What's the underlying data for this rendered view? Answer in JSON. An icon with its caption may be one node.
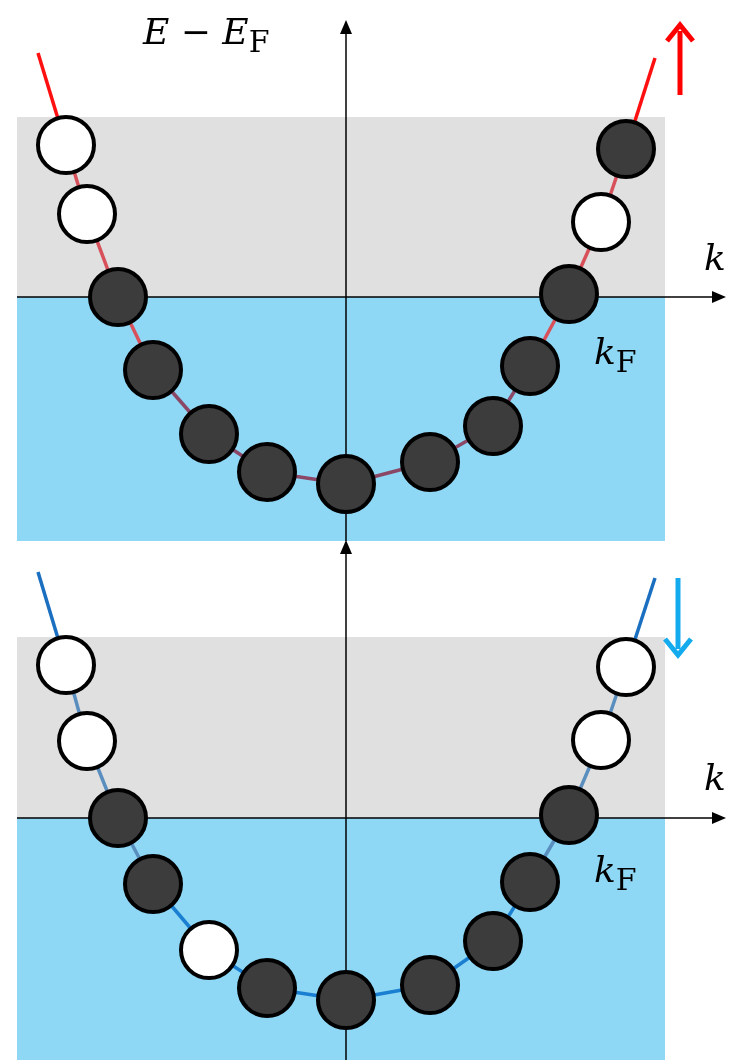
{
  "diagram": {
    "labels": [
      "*E* − *E*$_{F}$",
      "*k*",
      "*k*$_{F}$",
      "*k*",
      "*k*$_{F}$"
    ]
  }
}
